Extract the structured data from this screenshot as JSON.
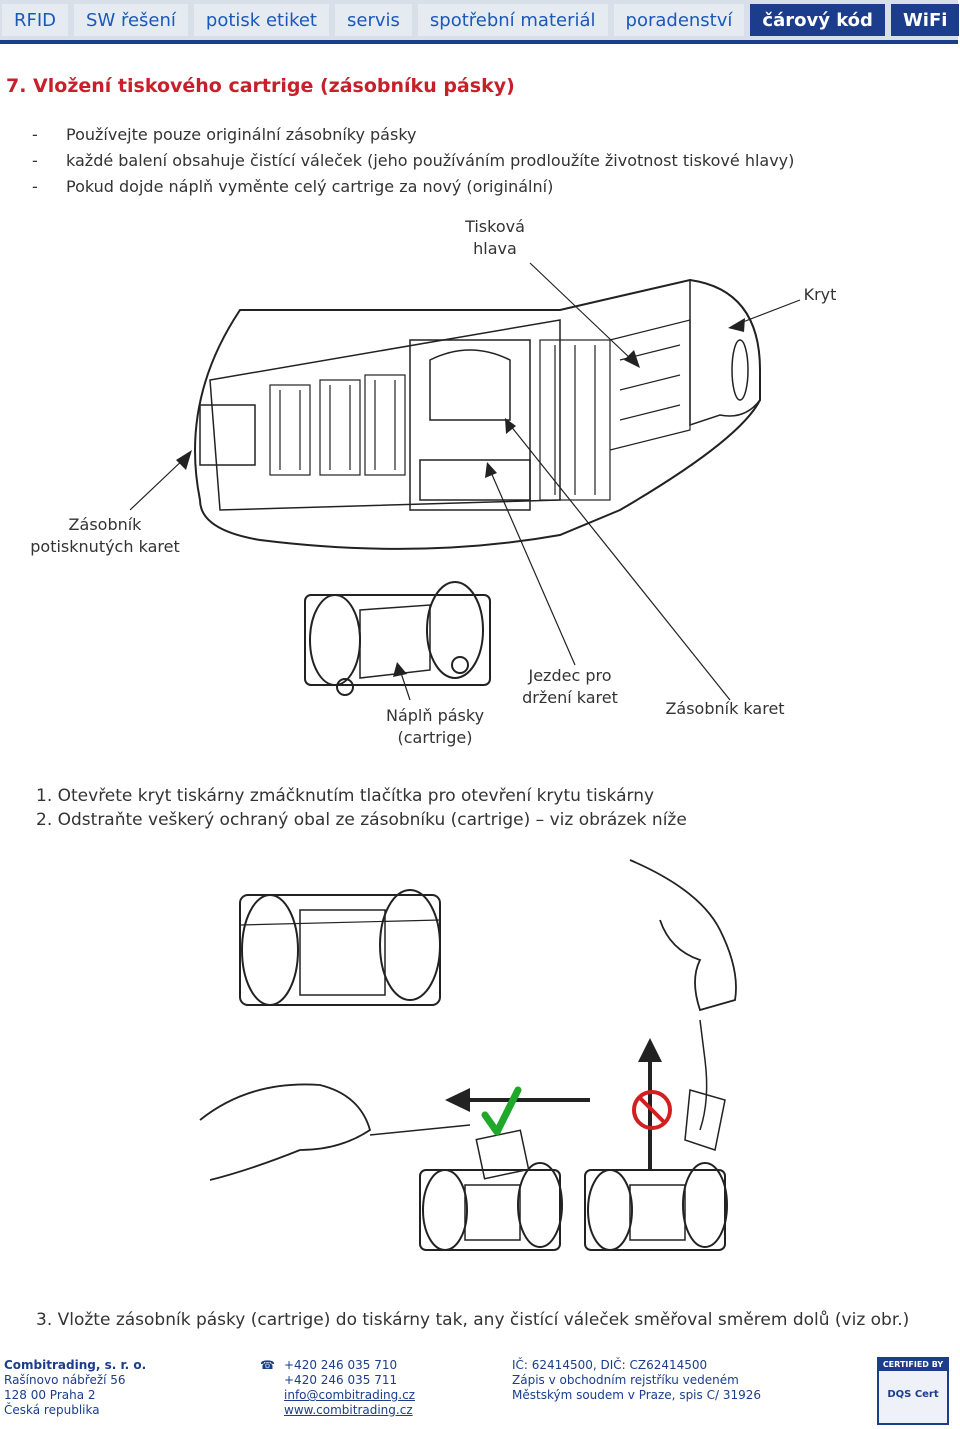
{
  "nav": {
    "tabs": [
      {
        "label": "RFID"
      },
      {
        "label": "SW řešení"
      },
      {
        "label": "potisk etiket"
      },
      {
        "label": "servis"
      },
      {
        "label": "spotřební materiál"
      },
      {
        "label": "poradenství"
      },
      {
        "label": "čárový kód"
      },
      {
        "label": "WiFi"
      }
    ]
  },
  "section": {
    "title": "7. Vložení tiskového cartrige (zásobníku pásky)",
    "bullets": [
      {
        "dash": "-",
        "text": "Používejte pouze originální zásobníky pásky"
      },
      {
        "dash": "-",
        "text": "každé balení obsahuje čistící váleček (jeho používáním prodloužíte životnost tiskové hlavy)"
      },
      {
        "dash": "-",
        "text": "Pokud dojde náplň vyměnte celý cartrige za nový (originální)"
      }
    ]
  },
  "diagram": {
    "label_head_1": "Tisková",
    "label_head_2": "hlava",
    "label_cover": "Kryt",
    "label_output_1": "Zásobník",
    "label_output_2": "potisknutých karet",
    "label_ribbon_1": "Náplň pásky",
    "label_ribbon_2": "(cartrige)",
    "label_slider_1": "Jezdec pro",
    "label_slider_2": "držení karet",
    "label_input": "Zásobník karet"
  },
  "steps": {
    "s1": "1.  Otevřete kryt tiskárny zmáčknutím tlačítka pro otevření krytu tiskárny",
    "s2": "2.  Odstraňte veškerý ochraný obal ze zásobníku (cartrige) – viz obrázek níže",
    "s3": "3.  Vložte zásobník pásky (cartrige) do tiskárny tak, any čistící váleček směřoval směrem dolů (viz obr.)"
  },
  "footer": {
    "company": "Combitrading, s. r. o.",
    "street": "Rašínovo nábřeží 56",
    "city": "128 00 Praha 2",
    "country": "Česká republika",
    "phone1": "+420 246 035 710",
    "phone2": "+420 246 035 711",
    "email": "info@combitrading.cz",
    "web": "www.combitrading.cz",
    "ids": "IČ: 62414500, DIČ: CZ62414500",
    "register1": "Zápis v obchodním rejstříku vedeném",
    "register2": "Městským soudem v Praze, spis C/ 31926",
    "cert_top": "CERTIFIED BY",
    "cert_logo": "DQS Cert"
  },
  "colors": {
    "accent": "#1b3d8c",
    "heading": "#c8202a",
    "ok": "#1fa82a",
    "no": "#d21f1f"
  }
}
